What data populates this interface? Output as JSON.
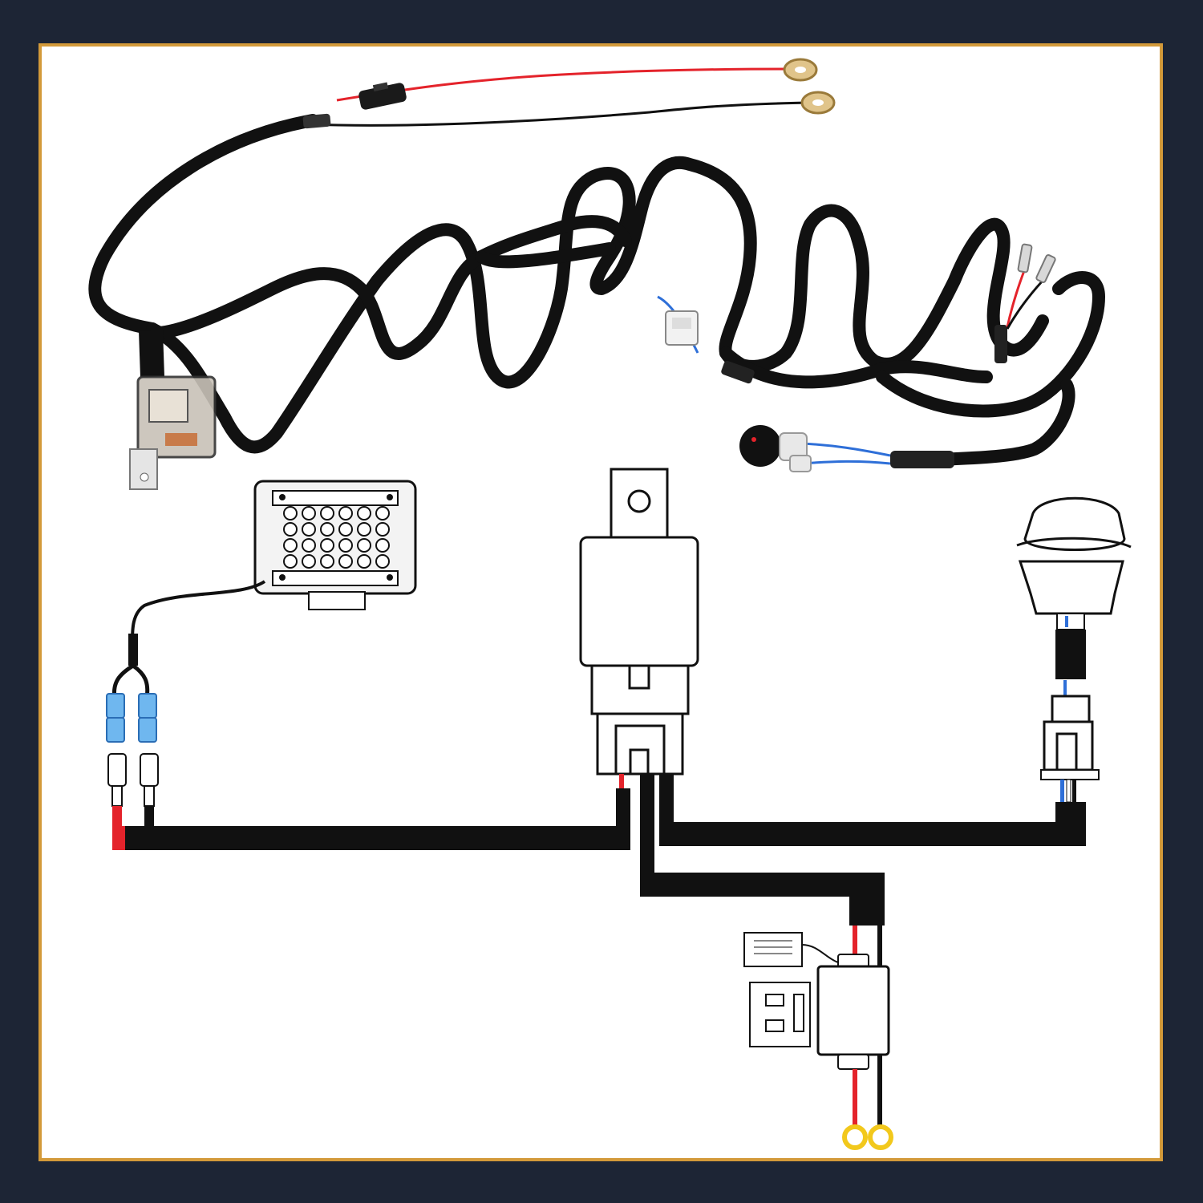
{
  "colors": {
    "outer_background": "#1d2535",
    "frame_border": "#d39a3a",
    "panel_background": "#ffffff",
    "harness_wire": "#111111",
    "power_wire": "#e4232b",
    "ground_wire": "#111111",
    "signal_wire": "#2e6fd8",
    "terminal_blue": "#6fb7ef",
    "ring_terminal": "#f2c81c",
    "switch_indicator": "#e4232b"
  },
  "components": [
    {
      "id": "wiring-harness-photo",
      "icon": "braided-harness-icon"
    },
    {
      "id": "relay",
      "icon": "relay-icon"
    },
    {
      "id": "led-light-bar",
      "icon": "led-light-bar-icon"
    },
    {
      "id": "rocker-switch",
      "icon": "rocker-switch-icon"
    },
    {
      "id": "inline-fuse-holder",
      "icon": "fuse-holder-icon"
    },
    {
      "id": "blade-fuse",
      "icon": "blade-fuse-icon"
    },
    {
      "id": "spade-connectors",
      "icon": "spade-connector-icon"
    },
    {
      "id": "ring-terminals",
      "icon": "ring-terminal-icon"
    }
  ],
  "led_light_bar": {
    "led_rows": 4,
    "led_columns": 6
  }
}
